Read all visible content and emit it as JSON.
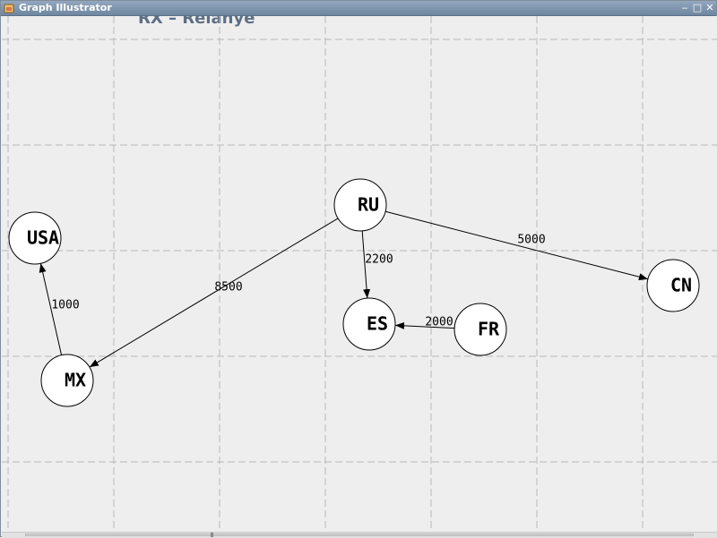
{
  "window": {
    "title": "Graph Illustrator",
    "controls": {
      "minimize": "‒",
      "maximize": "□",
      "close": "✕"
    }
  },
  "canvas": {
    "ghost_title": "RX – Relanye",
    "grid": true
  },
  "colors": {
    "node_fill": "#ffffff",
    "node_stroke": "#000000",
    "edge": "#000000",
    "grid": "#b8b8b8",
    "background": "#eeeeee"
  },
  "graph": {
    "nodes": [
      {
        "id": "RU",
        "label": "RU"
      },
      {
        "id": "USA",
        "label": "USA"
      },
      {
        "id": "ES",
        "label": "ES"
      },
      {
        "id": "FR",
        "label": "FR"
      },
      {
        "id": "CN",
        "label": "CN"
      },
      {
        "id": "MX",
        "label": "MX"
      }
    ],
    "edges": [
      {
        "from": "MX",
        "to": "USA",
        "weight": "1000"
      },
      {
        "from": "RU",
        "to": "MX",
        "weight": "8500"
      },
      {
        "from": "RU",
        "to": "ES",
        "weight": "2200"
      },
      {
        "from": "RU",
        "to": "CN",
        "weight": "5000"
      },
      {
        "from": "FR",
        "to": "ES",
        "weight": "2000"
      }
    ]
  }
}
